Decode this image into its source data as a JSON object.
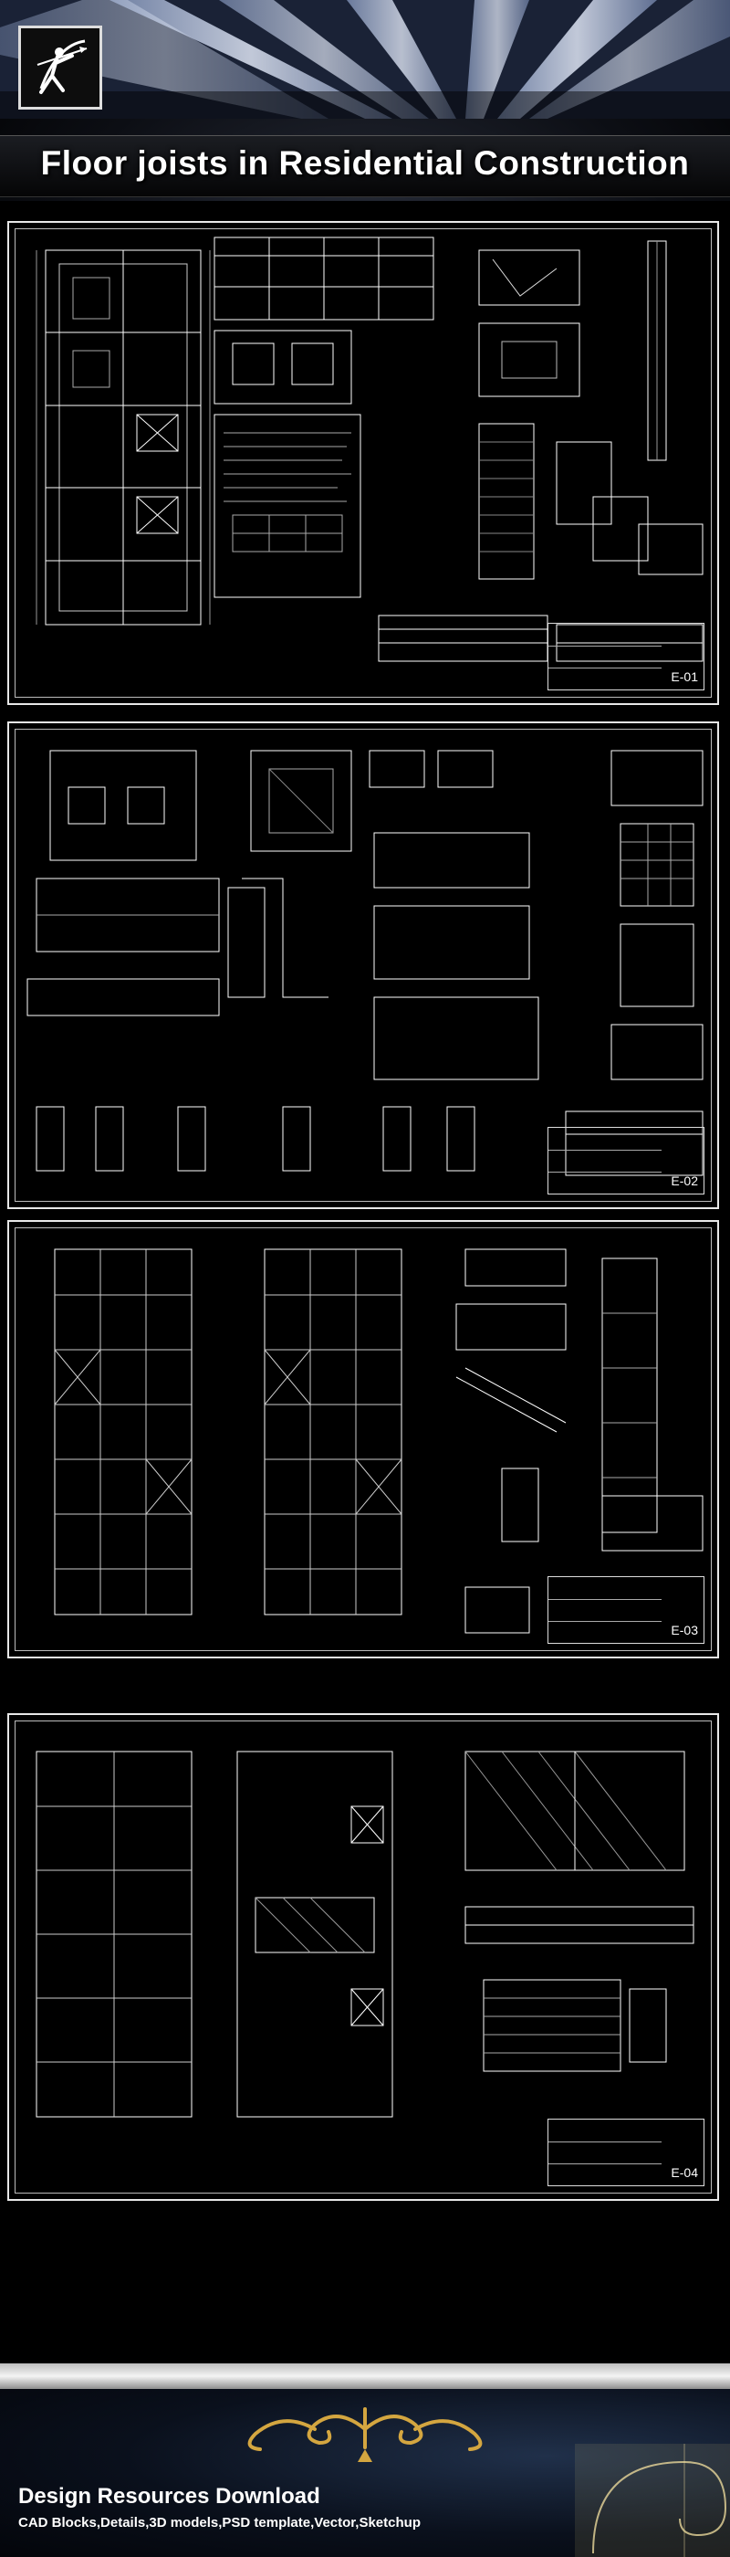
{
  "header": {
    "title": "Floor joists in Residential Construction"
  },
  "sheets": [
    {
      "code": "E-01"
    },
    {
      "code": "E-02"
    },
    {
      "code": "E-03"
    },
    {
      "code": "E-04"
    }
  ],
  "footer": {
    "title": "Design Resources Download",
    "subtitle": "CAD Blocks,Details,3D models,PSD template,Vector,Sketchup"
  },
  "colors": {
    "background": "#000000",
    "line": "#ffffff",
    "ornament_gold": "#d4a640"
  }
}
